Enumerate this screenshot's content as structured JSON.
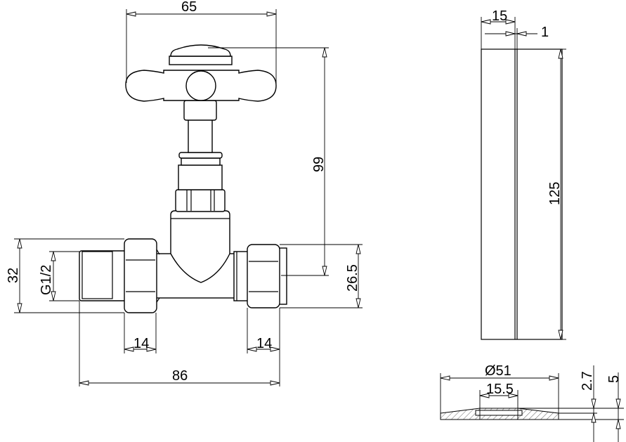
{
  "dimensions": {
    "handle_width": "65",
    "height_total": "99",
    "nut_height": "32",
    "thread": "G1/2",
    "outlet_height": "26.5",
    "left_nut_width": "14",
    "right_nut_width": "14",
    "overall_length": "86",
    "shroud_width": "15",
    "shroud_wall": "1",
    "shroud_length": "125",
    "flange_diameter": "Ø51",
    "flange_hole": "15.5",
    "flange_inner_height": "2.7",
    "flange_height": "5"
  },
  "colors": {
    "line": "#000000",
    "background": "#ffffff"
  }
}
